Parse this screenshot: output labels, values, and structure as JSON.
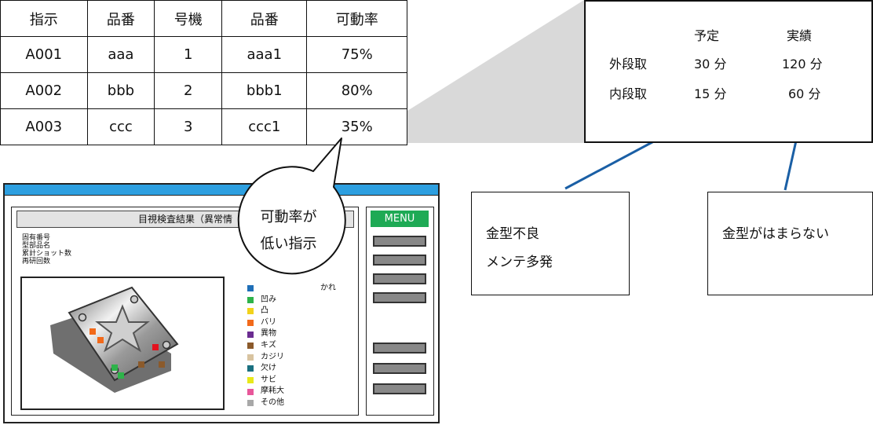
{
  "table": {
    "headers": [
      "指示",
      "品番",
      "号機",
      "品番",
      "可動率"
    ],
    "rows": [
      [
        "A001",
        "aaa",
        "1",
        "aaa1",
        "75%"
      ],
      [
        "A002",
        "bbb",
        "2",
        "bbb1",
        "80%"
      ],
      [
        "A003",
        "ccc",
        "3",
        "ccc1",
        "35%"
      ]
    ]
  },
  "schedule": {
    "col_plan": "予定",
    "col_actual": "実績",
    "rows": [
      {
        "label": "外段取",
        "plan": "30 分",
        "actual": "120 分"
      },
      {
        "label": "内段取",
        "plan": "15 分",
        "actual": "60 分"
      }
    ]
  },
  "callout": {
    "line1": "可動率が",
    "line2": "低い指示"
  },
  "notes": {
    "left": {
      "line1": "金型不良",
      "line2": "メンテ多発"
    },
    "right": {
      "line1": "金型がはまらない"
    }
  },
  "screen": {
    "panel_title": "目視検査結果（異常情",
    "info_lines": [
      "固有番号",
      "型部品名",
      "累計ショット数",
      "再研回数"
    ],
    "legend": [
      {
        "label": "かれ",
        "color": "#1f6fb8"
      },
      {
        "label": "凹み",
        "color": "#2eb34a"
      },
      {
        "label": "凸",
        "color": "#f2d21b"
      },
      {
        "label": "バリ",
        "color": "#f26a1b"
      },
      {
        "label": "異物",
        "color": "#6b2c91"
      },
      {
        "label": "キズ",
        "color": "#8b5a2b"
      },
      {
        "label": "カジリ",
        "color": "#d8c3a0"
      },
      {
        "label": "欠け",
        "color": "#1a7080"
      },
      {
        "label": "サビ",
        "color": "#e8e81a"
      },
      {
        "label": "摩耗大",
        "color": "#e8579a"
      },
      {
        "label": "その他",
        "color": "#a8a8a8"
      }
    ],
    "menu_label": "MENU"
  },
  "colors": {
    "titlebar": "#2d9fe0",
    "menu": "#1eaa55",
    "connector": "#1a5fa5",
    "zoom": "#d9d9d9"
  }
}
